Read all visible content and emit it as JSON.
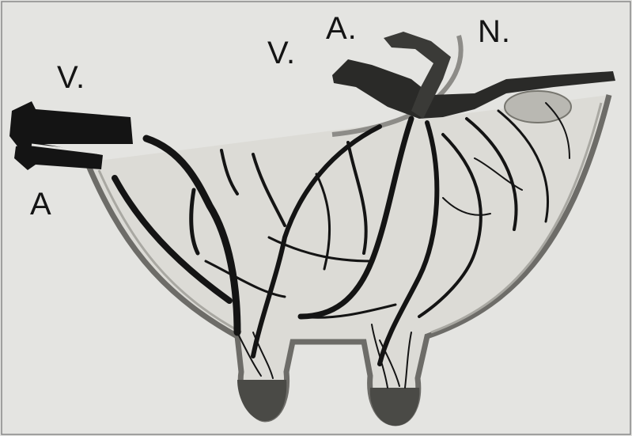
{
  "figure": {
    "labels": {
      "v_left": "V.",
      "a_left": "A",
      "v_mid": "V.",
      "a_top": "A.",
      "n_top": "N."
    },
    "colors": {
      "paper": "#e4e4e1",
      "ink": "#141414",
      "gland_fill": "#b9b8b2",
      "nerve": "#8d8c88",
      "teat_tip": "#4a4a46"
    }
  }
}
